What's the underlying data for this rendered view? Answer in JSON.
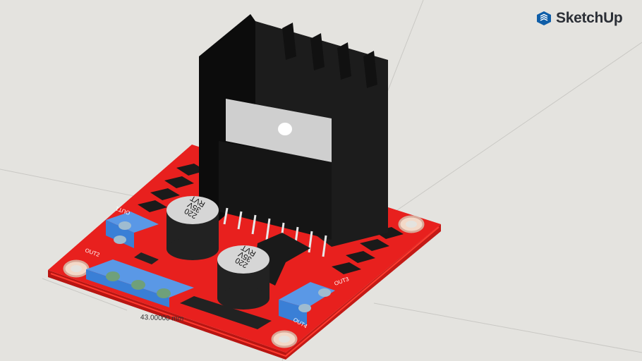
{
  "app": {
    "logo_text": "SketchUp",
    "brand_color": "#0f5ea8"
  },
  "dimension": {
    "label": "43.00000 mm"
  },
  "model": {
    "capacitor_1": {
      "line1": "220",
      "line2": "35V",
      "line3": "RVT"
    },
    "capacitor_2": {
      "line1": "220",
      "line2": "35V",
      "line3": "RVT"
    },
    "terminal_labels": {
      "out1": "OUT1",
      "out2": "OUT2",
      "out3": "OUT3",
      "out4": "OUT4"
    },
    "colors": {
      "pcb": "#e8201e",
      "heatsink": "#111111",
      "terminal": "#3a7fd6",
      "background": "#e4e3df"
    }
  }
}
